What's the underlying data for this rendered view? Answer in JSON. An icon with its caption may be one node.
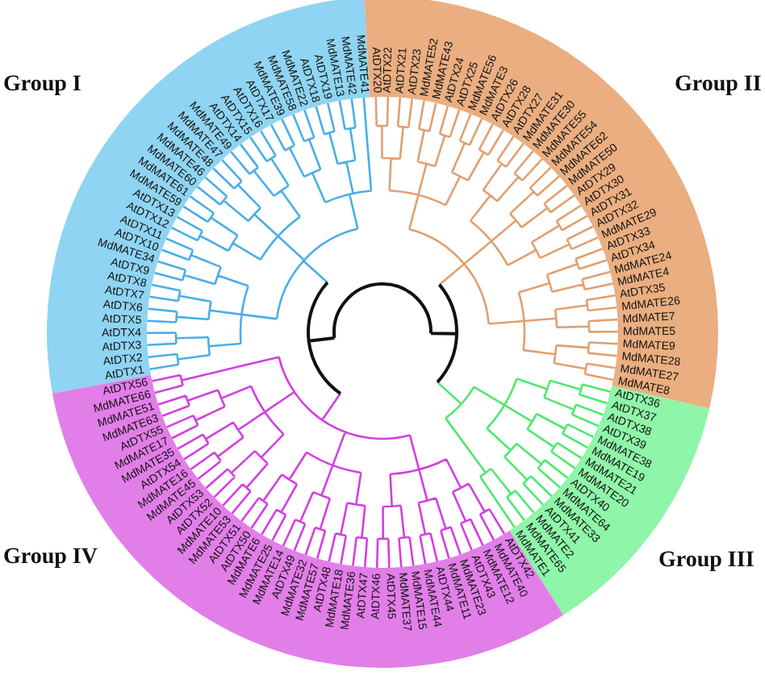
{
  "diagram": {
    "labels": [
      "Group I",
      "Group II",
      "Group IV",
      "Group III",
      "AtDTX1",
      "AtDTX2",
      "AtDTX3",
      "AtDTX4",
      "AtDTX5",
      "AtDTX6",
      "AtDTX7",
      "AtDTX8",
      "AtDTX9",
      "MdMATE34",
      "AtDTX10",
      "AtDTX11",
      "AtDTX12",
      "AtDTX13",
      "MdMATE59",
      "MdMATE61",
      "MdMATE60",
      "MdMATE46",
      "MdMATE48",
      "MdMATE47",
      "MdMATE49",
      "AtDTX14",
      "AtDTX15",
      "AtDTX16",
      "AtDTX17",
      "MdMATE39",
      "MdMATE58",
      "MdMATE22",
      "AtDTX18",
      "AtDTX19",
      "MdMATE13",
      "MdMATE42",
      "MdMATE41",
      "AtDTX20",
      "AtDTX22",
      "AtDTX21",
      "AtDTX23",
      "MdMATE52",
      "MdMATE43",
      "AtDTX24",
      "AtDTX25",
      "MdMATE56",
      "MdMATE3",
      "AtDTX26",
      "AtDTX28",
      "AtDTX27",
      "MdMATE31",
      "MdMATE30",
      "MdMATE55",
      "MdMATE54",
      "MdMATE62",
      "MdMATE50",
      "AtDTX29",
      "AtDTX30",
      "AtDTX31",
      "AtDTX32",
      "MdMATE29",
      "AtDTX33",
      "AtDTX34",
      "MdMATE24",
      "MdMATE4",
      "AtDTX35",
      "MdMATE26",
      "MdMATE7",
      "MdMATE5",
      "MdMATE9",
      "MdMATE28",
      "MdMATE27",
      "MdMATE8",
      "AtDTX36",
      "AtDTX37",
      "AtDTX38",
      "AtDTX39",
      "MdMATE38",
      "MdMATE19",
      "MdMATE21",
      "MdMATE20",
      "AtDTX40",
      "MdMATE64",
      "MdMATE33",
      "AtDTX41",
      "MdMATE2",
      "MdMATE65",
      "MdMATE1",
      "AtDTX56",
      "MdMATE66",
      "MdMATE51",
      "MdMATE63",
      "AtDTX55",
      "MdMATE17",
      "MdMATE35",
      "AtDTX54",
      "MdMATE16",
      "MdMATE45",
      "AtDTX53",
      "AtDTX52",
      "MdMATE10",
      "MdMATE53",
      "AtDTX51",
      "AtDTX50",
      "MdMATE6",
      "MdMATE25",
      "MdMATE14",
      "AtDTX49",
      "MdMATE32",
      "MdMATE57",
      "AtDTX48",
      "MdMATE18",
      "MdMATE36",
      "AtDTX47",
      "AtDTX46",
      "AtDTX45",
      "MdMATE37",
      "MdMATE15",
      "MdMATE44",
      "AtDTX44",
      "MdMATE11",
      "MdMATE23",
      "AtDTX43",
      "MdMATE12",
      "MdMATE40",
      "AtDTX42"
    ]
  }
}
